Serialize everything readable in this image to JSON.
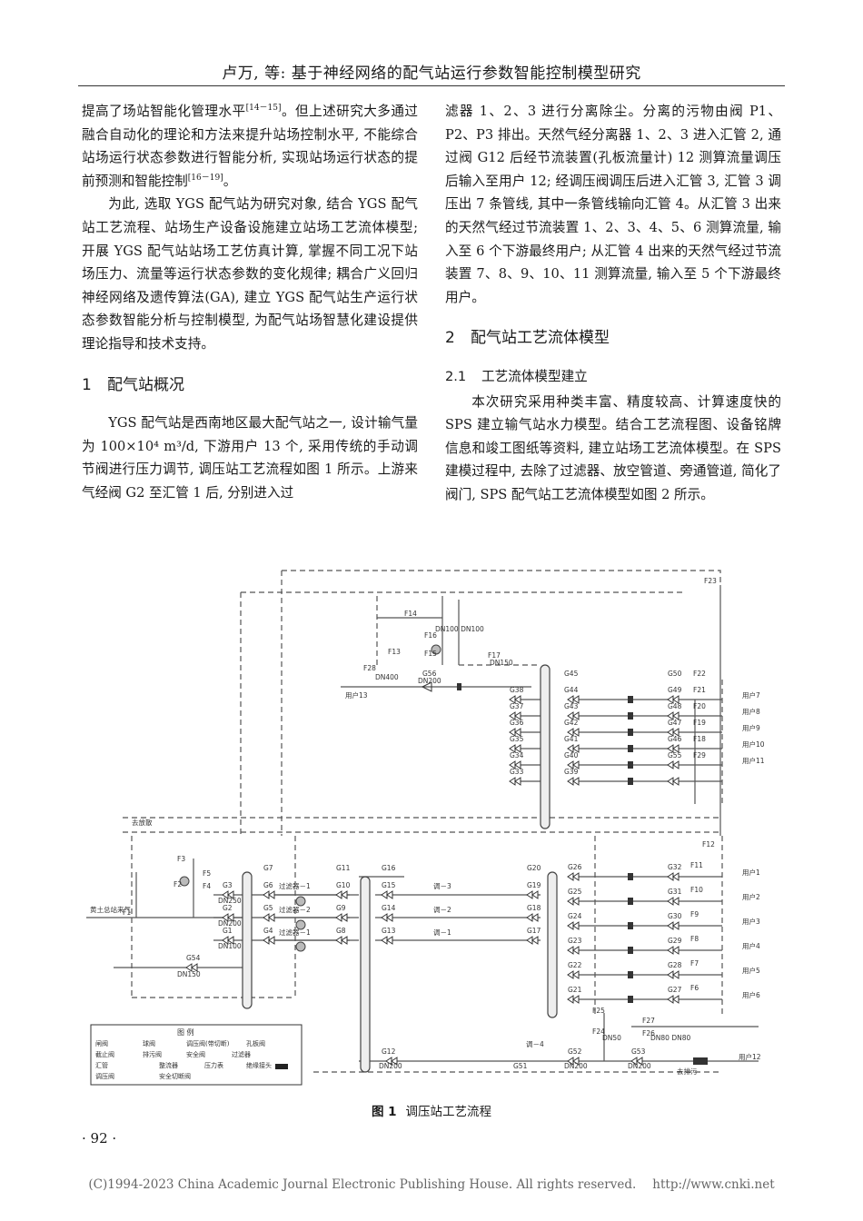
{
  "header": {
    "running_title": "卢万, 等: 基于神经网络的配气站运行参数智能控制模型研究"
  },
  "left_column": {
    "para1_a": "提高了场站智能化管理水平",
    "para1_cite1": "[14－15]",
    "para1_b": "。但上述研究大多通过融合自动化的理论和方法来提升站场控制水平, 不能综合站场运行状态参数进行智能分析, 实现站场运行状态的提前预测和智能控制",
    "para1_cite2": "[16－19]",
    "para1_c": "。",
    "para2": "为此, 选取 YGS 配气站为研究对象, 结合 YGS 配气站工艺流程、站场生产设备设施建立站场工艺流体模型; 开展 YGS 配气站站场工艺仿真计算, 掌握不同工况下站场压力、流量等运行状态参数的变化规律; 耦合广义回归神经网络及遗传算法(GA), 建立 YGS 配气站生产运行状态参数智能分析与控制模型, 为配气站场智慧化建设提供理论指导和技术支持。",
    "section1_num": "1",
    "section1_title": "配气站概况",
    "para3": "YGS 配气站是西南地区最大配气站之一, 设计输气量为 100×10⁴ m³/d, 下游用户 13 个, 采用传统的手动调节阀进行压力调节, 调压站工艺流程如图 1 所示。上游来气经阀 G2 至汇管 1 后, 分别进入过"
  },
  "right_column": {
    "para1": "滤器 1、2、3 进行分离除尘。分离的污物由阀 P1、P2、P3 排出。天然气经分离器 1、2、3 进入汇管 2, 通过阀 G12 后经节流装置(孔板流量计) 12 测算流量调压后输入至用户 12; 经调压阀调压后进入汇管 3, 汇管 3 调压出 7 条管线, 其中一条管线输向汇管 4。从汇管 3 出来的天然气经过节流装置 1、2、3、4、5、6 测算流量, 输入至 6 个下游最终用户; 从汇管 4 出来的天然气经过节流装置 7、8、9、10、11 测算流量, 输入至 5 个下游最终用户。",
    "section2_num": "2",
    "section2_title": "配气站工艺流体模型",
    "sub21_num": "2.1",
    "sub21_title": "工艺流体模型建立",
    "para2": "本次研究采用种类丰富、精度较高、计算速度快的 SPS 建立输气站水力模型。结合工艺流程图、设备铭牌信息和竣工图纸等资料, 建立站场工艺流体模型。在 SPS 建模过程中, 去除了过滤器、放空管道、旁通管道, 简化了阀门, SPS 配气站工艺流体模型如图 2 所示。"
  },
  "figure": {
    "caption_num": "图 1",
    "caption_title": "调压站工艺流程",
    "labels": {
      "inlet": "黄土总站来气",
      "vent": "去放散",
      "drain": "去排污",
      "user13": "用户13",
      "user12": "用户12",
      "u1": "用户1",
      "u2": "用户2",
      "u3": "用户3",
      "u4": "用户4",
      "u5": "用户5",
      "u6": "用户6",
      "u7": "用户7",
      "u8": "用户8",
      "u9": "用户9",
      "u10": "用户10",
      "u11": "用户11",
      "filter1": "过滤器－1",
      "filter2": "过滤器－2",
      "filter3": "过滤器－1",
      "reg1": "调－1",
      "reg2": "调－2",
      "reg3": "调－3",
      "reg4": "调－4",
      "g1": "G1",
      "g2": "G2",
      "g3": "G3",
      "g4": "G4",
      "g5": "G5",
      "g6": "G6",
      "g7": "G7",
      "g8": "G8",
      "g9": "G9",
      "g10": "G10",
      "g11": "G11",
      "g12": "G12",
      "g13": "G13",
      "g14": "G14",
      "g15": "G15",
      "g16": "G16",
      "g17": "G17",
      "g18": "G18",
      "g19": "G19",
      "g20": "G20",
      "g21": "G21",
      "g22": "G22",
      "g23": "G23",
      "g24": "G24",
      "g25": "G25",
      "g26": "G26",
      "g27": "G27",
      "g28": "G28",
      "g29": "G29",
      "g30": "G30",
      "g31": "G31",
      "g32": "G32",
      "g33": "G33",
      "g34": "G34",
      "g35": "G35",
      "g36": "G36",
      "g37": "G37",
      "g38": "G38",
      "g39": "G39",
      "g40": "G40",
      "g41": "G41",
      "g42": "G42",
      "g43": "G43",
      "g44": "G44",
      "g45": "G45",
      "g46": "G46",
      "g47": "G47",
      "g48": "G48",
      "g49": "G49",
      "g50": "G50",
      "g51": "G51",
      "g52": "G52",
      "g53": "G53",
      "g54": "G54",
      "g55": "G55",
      "g56": "G56",
      "f1": "F1",
      "f2": "F2",
      "f3": "F3",
      "f4": "F4",
      "f5": "F5",
      "f6": "F6",
      "f7": "F7",
      "f8": "F8",
      "f9": "F9",
      "f10": "F10",
      "f11": "F11",
      "f12": "F12",
      "f13": "F13",
      "f14": "F14",
      "f15": "F15",
      "f16": "F16",
      "f17": "F17",
      "f18": "F18",
      "f19": "F19",
      "f20": "F20",
      "f21": "F21",
      "f22": "F22",
      "f23": "F23",
      "f24": "F24",
      "f25": "F25",
      "f26": "F26",
      "f27": "F27",
      "f28": "F28",
      "f29": "F29",
      "dn50": "DN50",
      "dn80": "DN80",
      "dn100": "DN100",
      "dn150": "DN150",
      "dn200": "DN200",
      "dn250": "DN250",
      "dn400": "DN400",
      "dn80dn80": "DN80 DN80",
      "dn100dn100": "DN100 DN100"
    },
    "legend": {
      "title": "图 例",
      "row1": [
        "闸阀",
        "球阀",
        "调压阀(带切断)",
        "孔板阀"
      ],
      "row2": [
        "截止阀",
        "排污阀",
        "安全阀",
        "过滤器"
      ],
      "row3": [
        "汇管",
        "整流器",
        "压力表",
        "绝缘接头"
      ],
      "row4": [
        "调压阀",
        "安全切断阀"
      ]
    }
  },
  "page_number": "· 92 ·",
  "footer": {
    "copyright": "(C)1994-2023 China Academic Journal Electronic Publishing House. All rights reserved.",
    "url": "http://www.cnki.net"
  }
}
